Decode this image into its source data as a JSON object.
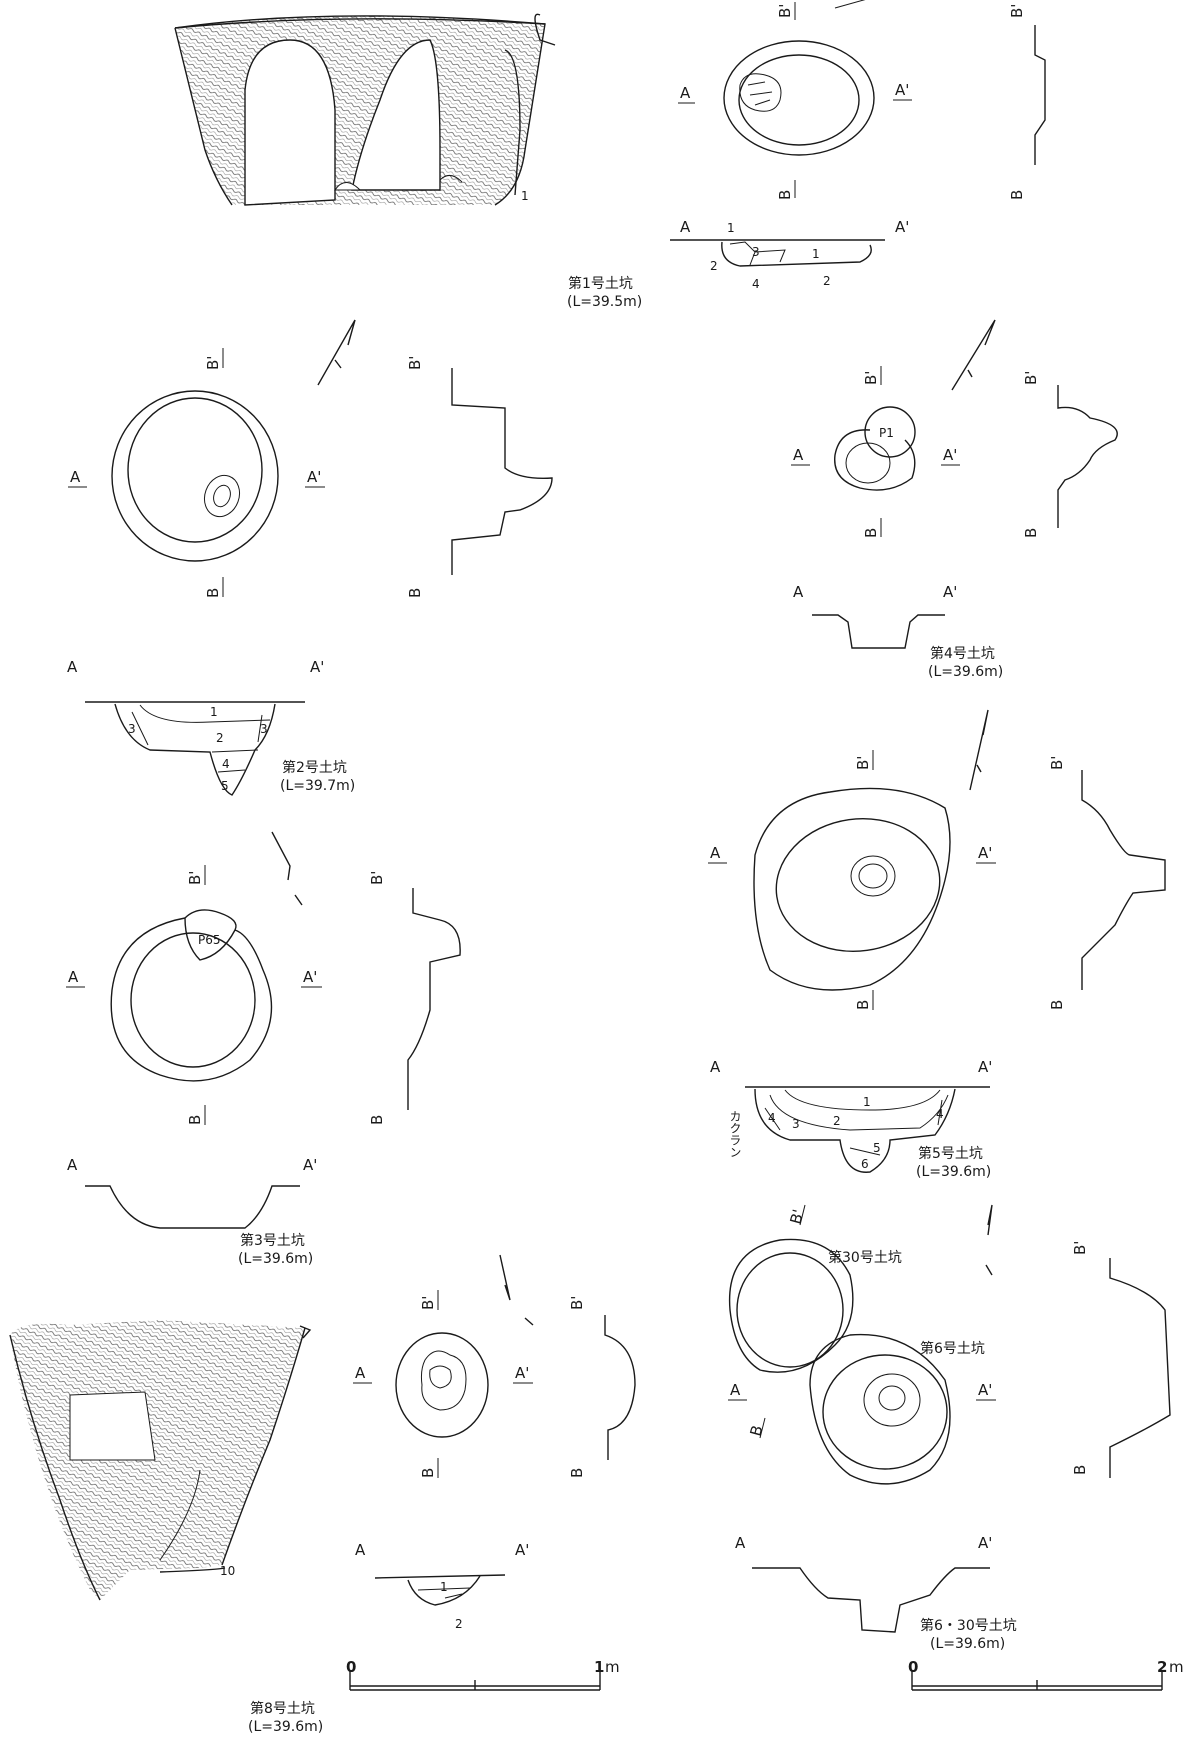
{
  "section_labels": {
    "a": "A",
    "a_prime": "A'",
    "b": "B",
    "b_prime": "B'"
  },
  "pits": [
    {
      "id": "pit1",
      "title": "第1号土坑",
      "level": "(L=39.5m)",
      "layers": [
        "1",
        "2",
        "3",
        "4",
        "1",
        "2"
      ]
    },
    {
      "id": "pit2",
      "title": "第2号土坑",
      "level": "(L=39.7m)",
      "layers": [
        "1",
        "2",
        "3",
        "3",
        "4",
        "5"
      ]
    },
    {
      "id": "pit3",
      "title": "第3号土坑",
      "level": "(L=39.6m)",
      "feature": "P65"
    },
    {
      "id": "pit4",
      "title": "第4号土坑",
      "level": "(L=39.6m)",
      "feature": "P1"
    },
    {
      "id": "pit5",
      "title": "第5号土坑",
      "level": "(L=39.6m)",
      "layers": [
        "1",
        "2",
        "3",
        "4",
        "4",
        "5",
        "6"
      ],
      "note": "カクラン"
    },
    {
      "id": "pit6_30",
      "title": "第6・30号土坑",
      "level": "(L=39.6m)",
      "sub_titles": [
        "第30号土坑",
        "第6号土坑"
      ]
    },
    {
      "id": "pit8",
      "title": "第8号土坑",
      "level": "(L=39.6m)",
      "layers": [
        "1",
        "2"
      ]
    }
  ],
  "pottery": [
    {
      "label": "1"
    },
    {
      "label": "10"
    }
  ],
  "scales": [
    {
      "start": "0",
      "end": "1",
      "unit": "m"
    },
    {
      "start": "0",
      "end": "2",
      "unit": "m"
    }
  ]
}
